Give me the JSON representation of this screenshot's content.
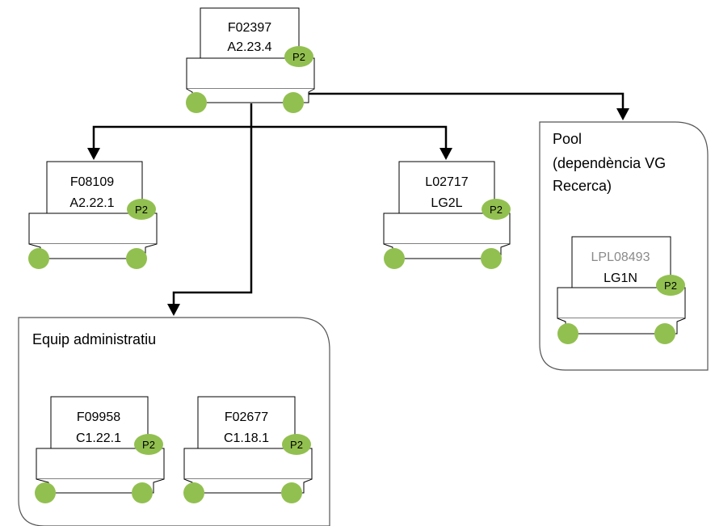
{
  "printers": {
    "root": {
      "code": "F02397",
      "location": "A2.23.4",
      "badge": "P2"
    },
    "left": {
      "code": "F08109",
      "location": "A2.22.1",
      "badge": "P2"
    },
    "mid": {
      "code": "L02717",
      "location": "LG2L",
      "badge": "P2"
    },
    "pool": {
      "code": "LPL08493",
      "location": "LG1N",
      "badge": "P2"
    },
    "admin1": {
      "code": "F09958",
      "location": "C1.22.1",
      "badge": "P2"
    },
    "admin2": {
      "code": "F02677",
      "location": "C1.18.1",
      "badge": "P2"
    }
  },
  "groups": {
    "pool": {
      "lines": [
        "Pool",
        "(dependència VG",
        "Recerca)"
      ]
    },
    "admin": {
      "title": "Equip administratiu"
    }
  },
  "colors": {
    "badge": "#92c050",
    "wheel": "#92c050",
    "line": "#000000",
    "muted_text": "#8a8a8a"
  }
}
